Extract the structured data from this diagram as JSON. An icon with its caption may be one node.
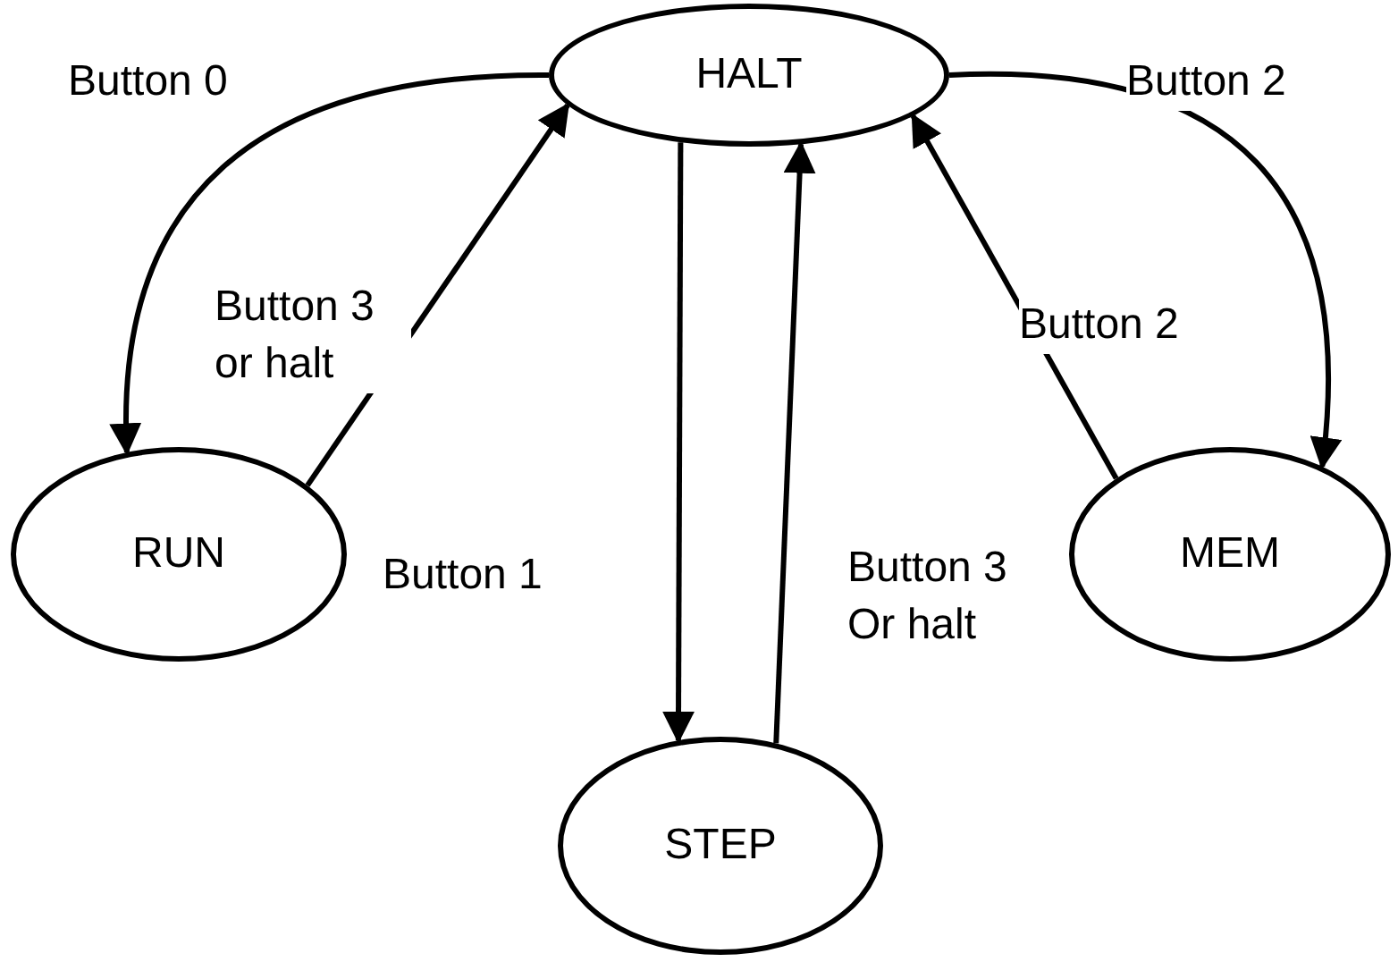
{
  "diagram": {
    "nodes": [
      {
        "text": [
          "HALT"
        ]
      },
      {
        "text": [
          "RUN"
        ]
      },
      {
        "text": [
          "STEP"
        ]
      },
      {
        "text": [
          "MEM"
        ]
      }
    ],
    "edges": [
      {
        "from": 0,
        "to": 1,
        "arrow": "to",
        "label": "Button 0"
      },
      {
        "from": 1,
        "to": 0,
        "arrow": "to",
        "label": "Button 3 or halt"
      },
      {
        "from": 0,
        "to": 2,
        "arrow": "to",
        "label": "Button 1"
      },
      {
        "from": 2,
        "to": 0,
        "arrow": "to",
        "label": "Button 3 Or halt"
      },
      {
        "from": 0,
        "to": 3,
        "arrow": "to",
        "label": "Button 2"
      },
      {
        "from": 3,
        "to": 0,
        "arrow": "to",
        "label": "Button 2"
      }
    ]
  }
}
